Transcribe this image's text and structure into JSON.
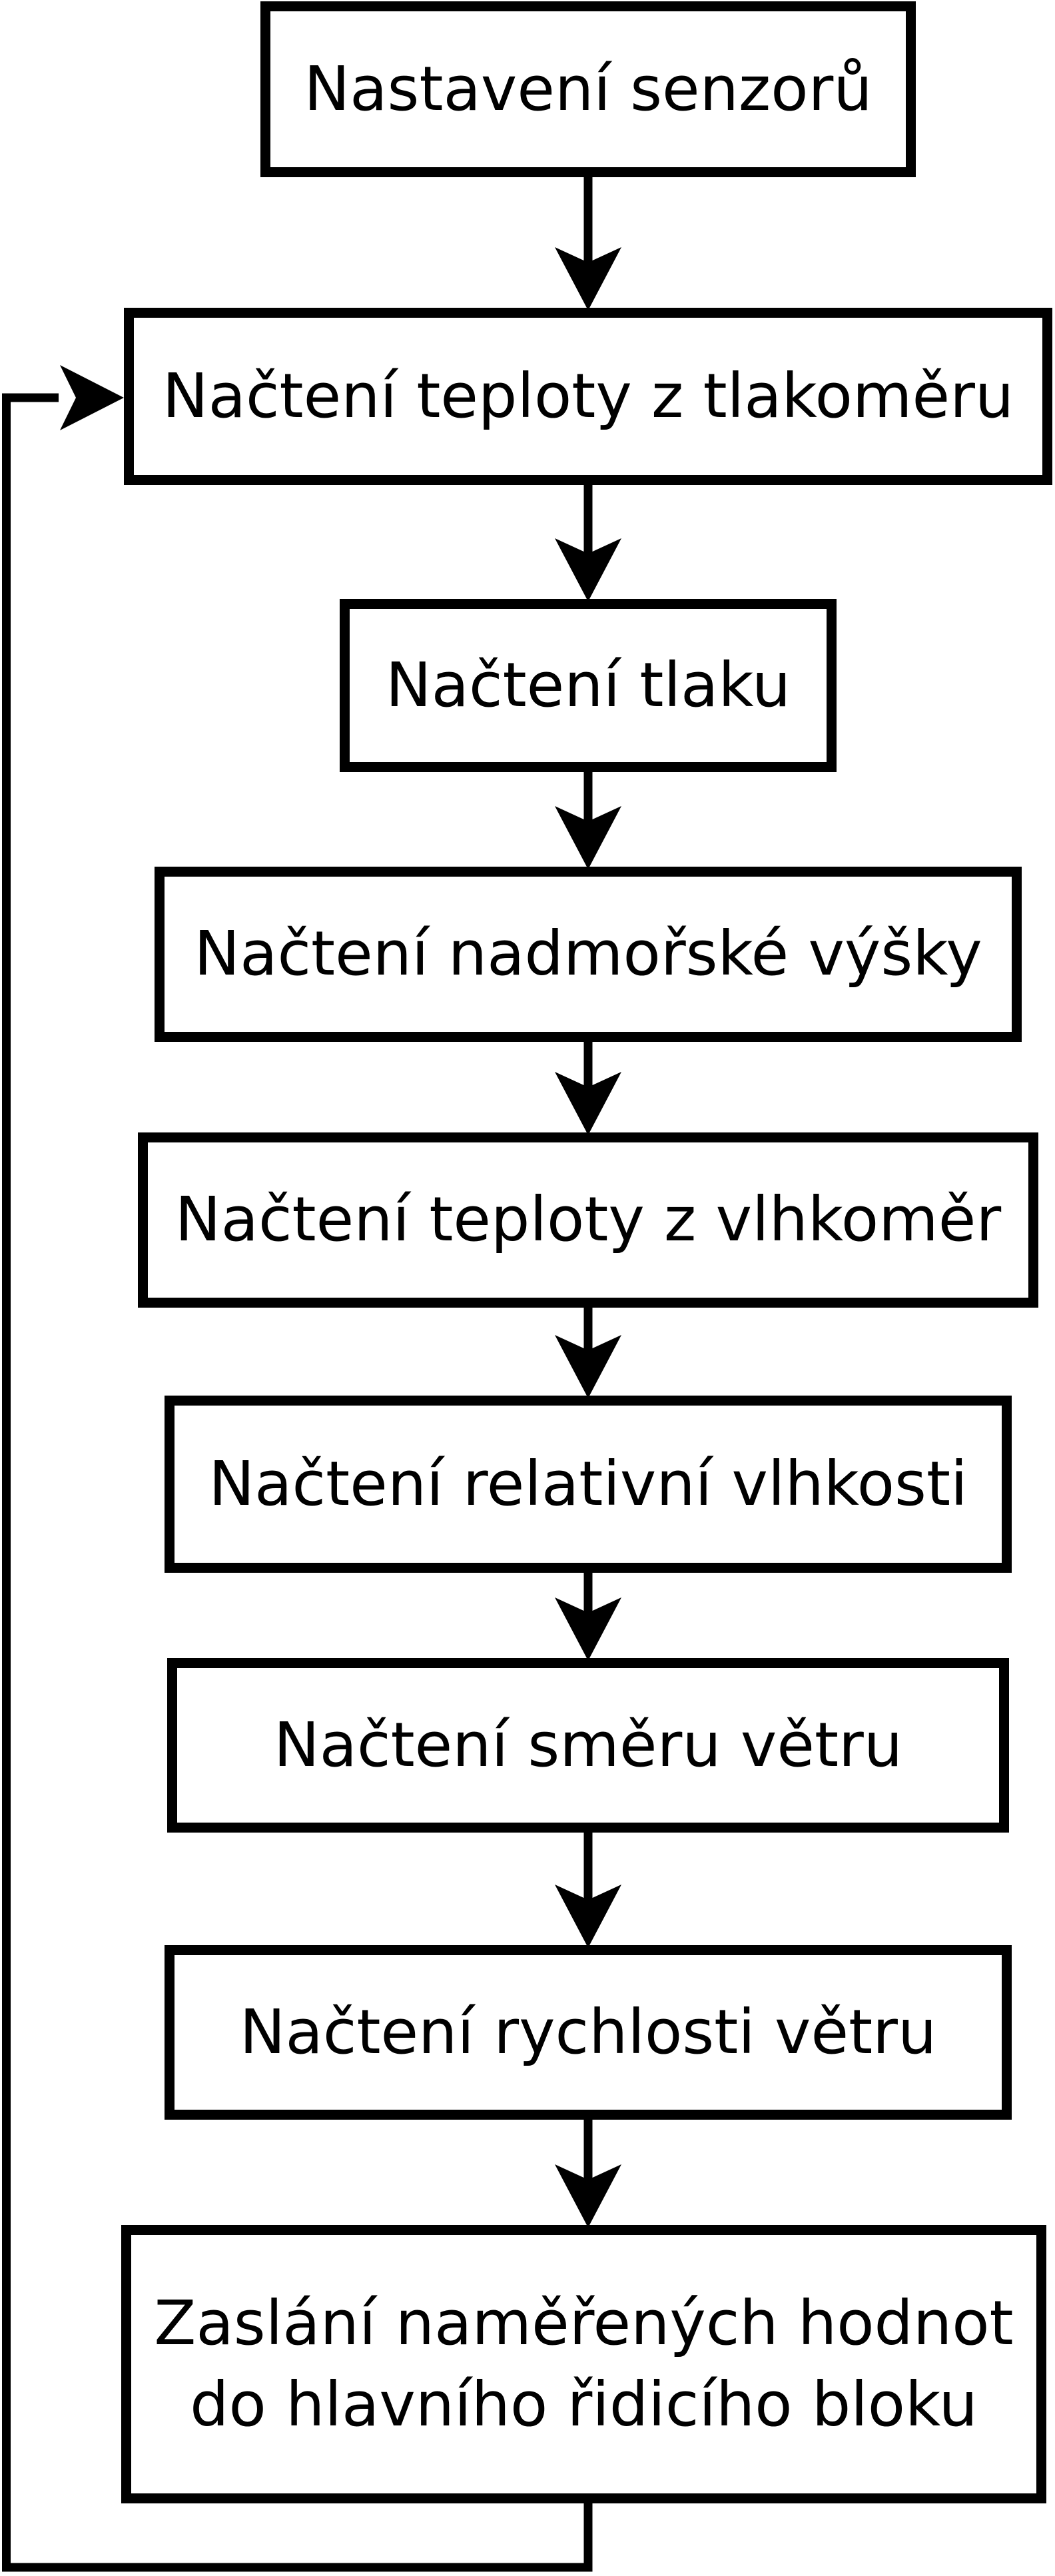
{
  "diagram": {
    "type": "flowchart",
    "direction": "top-down",
    "colors": {
      "stroke": "#000000",
      "node_fill": "#ffffff",
      "background": "#ffffff"
    },
    "nodes": [
      {
        "id": "n1",
        "lines": [
          "Nastavení senzorů"
        ]
      },
      {
        "id": "n2",
        "lines": [
          "Načtení teploty z tlakoměru"
        ]
      },
      {
        "id": "n3",
        "lines": [
          "Načtení tlaku"
        ]
      },
      {
        "id": "n4",
        "lines": [
          "Načtení nadmořské výšky"
        ]
      },
      {
        "id": "n5",
        "lines": [
          "Načtení teploty z vlhkoměr"
        ]
      },
      {
        "id": "n6",
        "lines": [
          "Načtení relativní vlhkosti"
        ]
      },
      {
        "id": "n7",
        "lines": [
          "Načtení směru větru"
        ]
      },
      {
        "id": "n8",
        "lines": [
          "Načtení rychlosti větru"
        ]
      },
      {
        "id": "n9",
        "lines": [
          "Zaslání naměřených hodnot",
          "do hlavního řidicího bloku"
        ]
      }
    ],
    "edges": [
      {
        "from": "n1",
        "to": "n2",
        "type": "arrow-down"
      },
      {
        "from": "n2",
        "to": "n3",
        "type": "arrow-down"
      },
      {
        "from": "n3",
        "to": "n4",
        "type": "arrow-down"
      },
      {
        "from": "n4",
        "to": "n5",
        "type": "arrow-down"
      },
      {
        "from": "n5",
        "to": "n6",
        "type": "arrow-down"
      },
      {
        "from": "n6",
        "to": "n7",
        "type": "arrow-down"
      },
      {
        "from": "n7",
        "to": "n8",
        "type": "arrow-down"
      },
      {
        "from": "n8",
        "to": "n9",
        "type": "arrow-down"
      },
      {
        "from": "n9",
        "to": "n2",
        "type": "loop-back-left"
      }
    ]
  }
}
